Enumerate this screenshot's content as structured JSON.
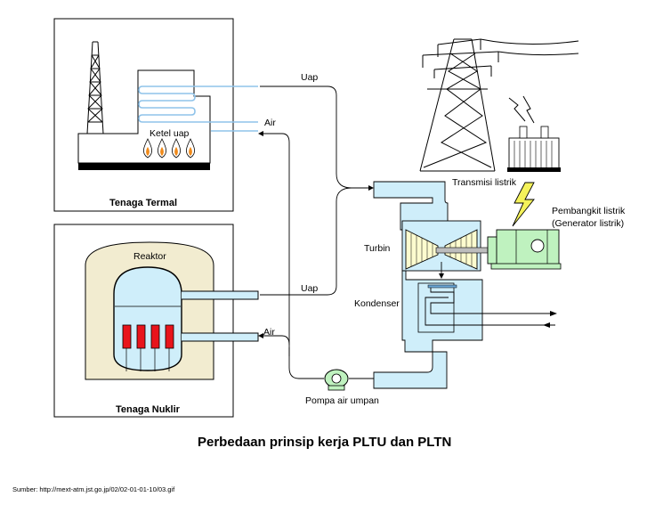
{
  "panels": {
    "thermal": {
      "title": "Tenaga Termal",
      "boiler_label": "Ketel uap"
    },
    "nuclear": {
      "title": "Tenaga Nuklir",
      "reactor_label": "Reaktor"
    }
  },
  "flow_labels": {
    "steam_top": "Uap",
    "water_top": "Air",
    "steam_bottom": "Uap",
    "water_bottom": "Air",
    "feed_pump": "Pompa air umpan"
  },
  "components": {
    "transmission": "Transmisi listrik",
    "generator_line1": "Pembangkit listrik",
    "generator_line2": "(Generator listrik)",
    "turbine": "Turbin",
    "condenser": "Kondenser"
  },
  "caption": "Perbedaan prinsip kerja PLTU dan PLTN",
  "source": "Sumber: http://mext-atm.jst.go.jp/02/02-01-01-10/03.gif",
  "colors": {
    "steam_line": "#8fc3ea",
    "water_fill": "#cfeefa",
    "generator_fill": "#bff2bf",
    "fuel_rod": "#e8141b",
    "reactor_dome": "#f2ecd0",
    "turbine_blade": "#fdfccf",
    "lightning": "#f4f25a"
  }
}
